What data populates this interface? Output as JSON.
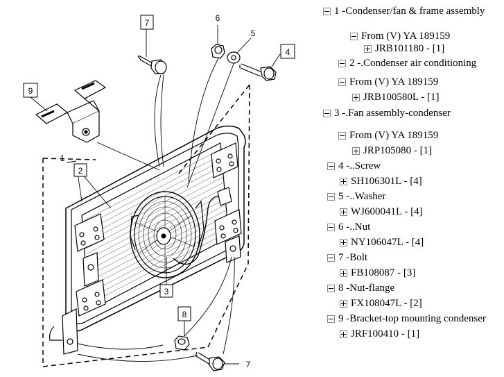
{
  "diagram": {
    "callouts": [
      "1",
      "2",
      "3",
      "4",
      "5",
      "6",
      "7",
      "8",
      "9",
      "7"
    ]
  },
  "tree": {
    "items": [
      {
        "label": "1 -Condenser/fan & frame assembly",
        "expanded": true
      },
      {
        "label": "From (V) YA 189159",
        "expanded": true
      },
      {
        "label": "JRB101180 - [1]",
        "expanded": false
      },
      {
        "label": "2 -.Condenser air conditioning",
        "expanded": true
      },
      {
        "label": "From (V) YA 189159",
        "expanded": true
      },
      {
        "label": "JRB100580L - [1]",
        "expanded": false
      },
      {
        "label": "3 -.Fan assembly-condenser",
        "expanded": true
      },
      {
        "label": "From (V) YA 189159",
        "expanded": true
      },
      {
        "label": "JRP105080 - [1]",
        "expanded": false
      },
      {
        "label": "4 -..Screw",
        "expanded": true
      },
      {
        "label": "SH106301L - [4]",
        "expanded": false
      },
      {
        "label": "5 -..Washer",
        "expanded": true
      },
      {
        "label": "WJ600041L - [4]",
        "expanded": false
      },
      {
        "label": "6 -..Nut",
        "expanded": true
      },
      {
        "label": "NY106047L - [4]",
        "expanded": false
      },
      {
        "label": "7 -Bolt",
        "expanded": true
      },
      {
        "label": "FB108087 - [3]",
        "expanded": false
      },
      {
        "label": "8 -Nut-flange",
        "expanded": true
      },
      {
        "label": "FX108047L - [2]",
        "expanded": false
      },
      {
        "label": "9 -Bracket-top mounting condenser",
        "expanded": true
      },
      {
        "label": "JRF100410 - [1]",
        "expanded": false
      }
    ]
  }
}
